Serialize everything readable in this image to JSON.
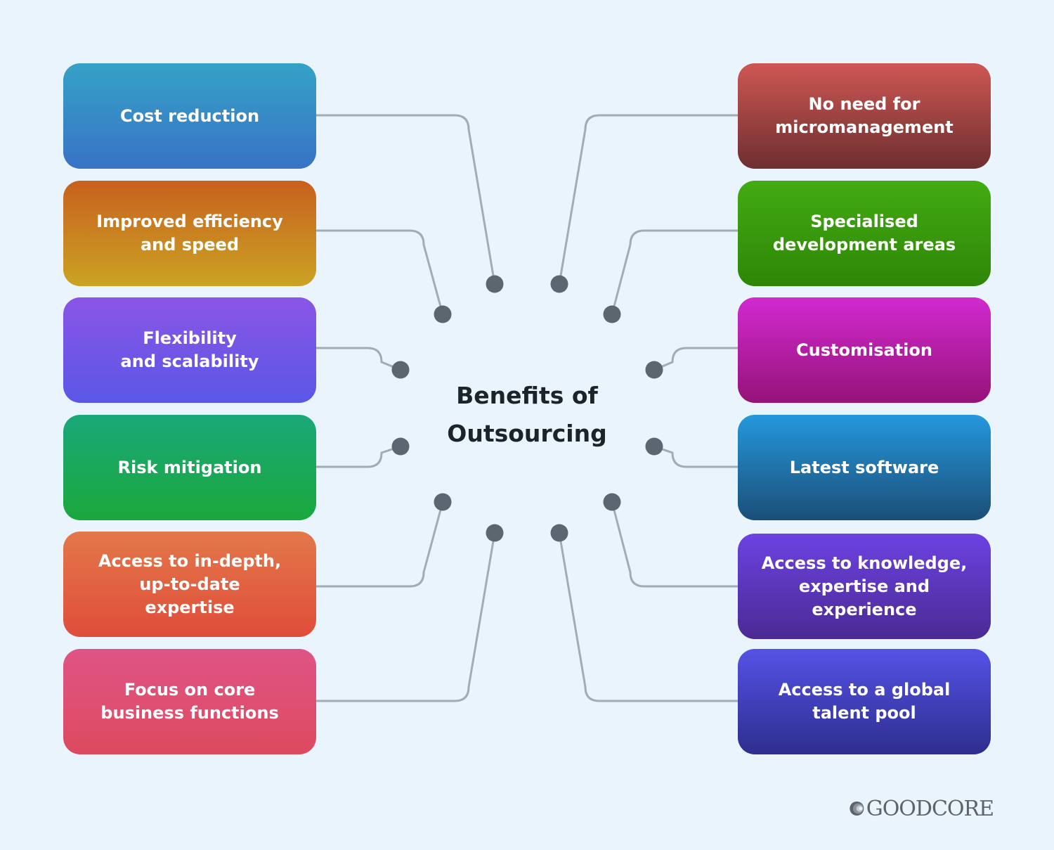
{
  "title": "Benefits of\nOutsourcing",
  "left_items": [
    {
      "label": "Cost reduction",
      "color_top": "#36a2c6",
      "color_bottom": "#3873c6"
    },
    {
      "label": "Improved efficiency\nand speed",
      "color_top": "#c8601e",
      "color_bottom": "#caa323"
    },
    {
      "label": "Flexibility\nand scalability",
      "color_top": "#8b55e6",
      "color_bottom": "#5a57e6"
    },
    {
      "label": "Risk mitigation",
      "color_top": "#1aa87a",
      "color_bottom": "#1aa83c"
    },
    {
      "label": "Access to in-depth,\nup-to-date\nexpertise",
      "color_top": "#e3784a",
      "color_bottom": "#df4d3a"
    },
    {
      "label": "Focus on core\nbusiness functions",
      "color_top": "#df5486",
      "color_bottom": "#dd4a5e"
    }
  ],
  "right_items": [
    {
      "label": "No need for\nmicromanagement",
      "color_top": "#ce5754",
      "color_bottom": "#6e2f30"
    },
    {
      "label": "Specialised\ndevelopment areas",
      "color_top": "#43ab12",
      "color_bottom": "#2e8607"
    },
    {
      "label": "Customisation",
      "color_top": "#d12ad0",
      "color_bottom": "#951378"
    },
    {
      "label": "Latest software",
      "color_top": "#2598dc",
      "color_bottom": "#1b4e78"
    },
    {
      "label": "Access to knowledge,\nexpertise and\nexperience",
      "color_top": "#6c42e2",
      "color_bottom": "#4b2a93"
    },
    {
      "label": "Access to a global\ntalent pool",
      "color_top": "#5552e6",
      "color_bottom": "#2e2e8e"
    }
  ],
  "connector_color": "#a0acb8",
  "dot_color": "#5c6670",
  "logo": {
    "text": "GOODCORE",
    "color": "#5d6369"
  }
}
